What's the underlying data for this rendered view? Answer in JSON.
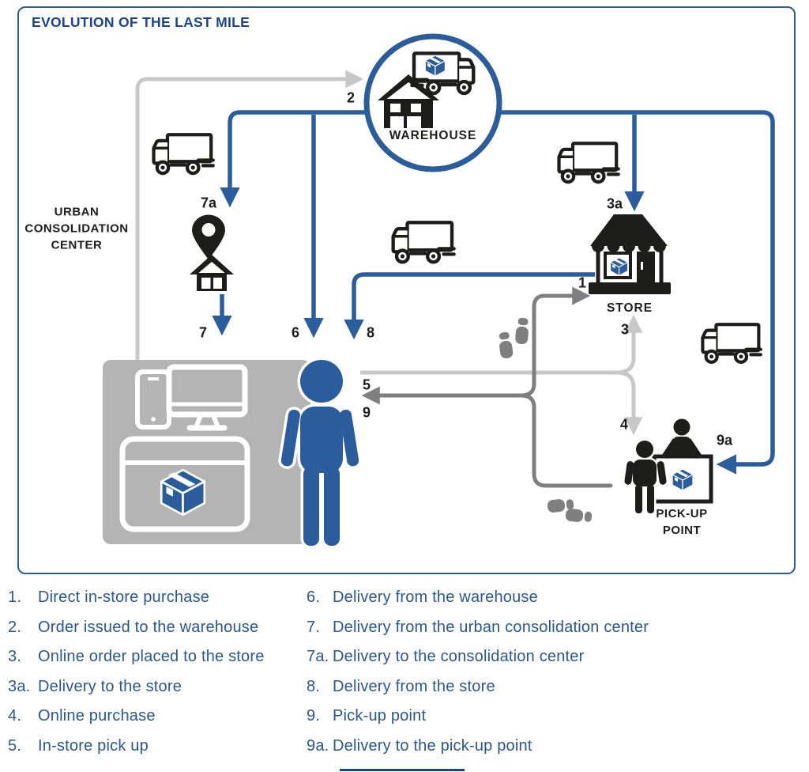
{
  "title": "EVOLUTION OF THE LAST MILE",
  "colors": {
    "blue": "#2b5c9c",
    "navy": "#1b4389",
    "legend_blue": "#2a578c",
    "light_gray": "#c8c8c8",
    "dark_gray": "#7f7f7f",
    "panel_gray": "#b4b4b4",
    "icon_black": "#1d1d1b"
  },
  "nodes": {
    "warehouse": "WAREHOUSE",
    "store": "STORE",
    "ucc_line1": "URBAN",
    "ucc_line2": "CONSOLIDATION",
    "ucc_line3": "CENTER",
    "pickup_line1": "PICK-UP",
    "pickup_line2": "POINT"
  },
  "flow_labels": {
    "f1": "1",
    "f2": "2",
    "f3": "3",
    "f3a": "3a",
    "f4": "4",
    "f5": "5",
    "f6": "6",
    "f7": "7",
    "f7a": "7a",
    "f8": "8",
    "f9": "9",
    "f9a": "9a"
  },
  "icons": [
    "warehouse-icon",
    "delivery-truck-icon",
    "store-icon",
    "map-pin-icon",
    "garage-icon",
    "consumer-person-icon",
    "smartphone-icon",
    "monitor-icon",
    "browser-window-icon",
    "package-box-icon",
    "pickup-counter-icon",
    "clerk-icon",
    "customer-icon",
    "footsteps-icon"
  ],
  "legend": {
    "left": [
      {
        "num": "1.",
        "text": "Direct in-store purchase"
      },
      {
        "num": "2.",
        "text": "Order issued to the warehouse"
      },
      {
        "num": "3.",
        "text": "Online order placed to the store"
      },
      {
        "num": "3a.",
        "text": "Delivery to the store"
      },
      {
        "num": "4.",
        "text": "Online purchase"
      },
      {
        "num": "5.",
        "text": "In-store pick up"
      }
    ],
    "right": [
      {
        "num": "6.",
        "text": "Delivery from the warehouse"
      },
      {
        "num": "7.",
        "text": "Delivery from the urban consolidation center"
      },
      {
        "num": "7a.",
        "text": "Delivery to the consolidation center"
      },
      {
        "num": "8.",
        "text": "Delivery from the store"
      },
      {
        "num": "9.",
        "text": "Pick-up point"
      },
      {
        "num": "9a.",
        "text": "Delivery to the pick-up point"
      }
    ]
  }
}
